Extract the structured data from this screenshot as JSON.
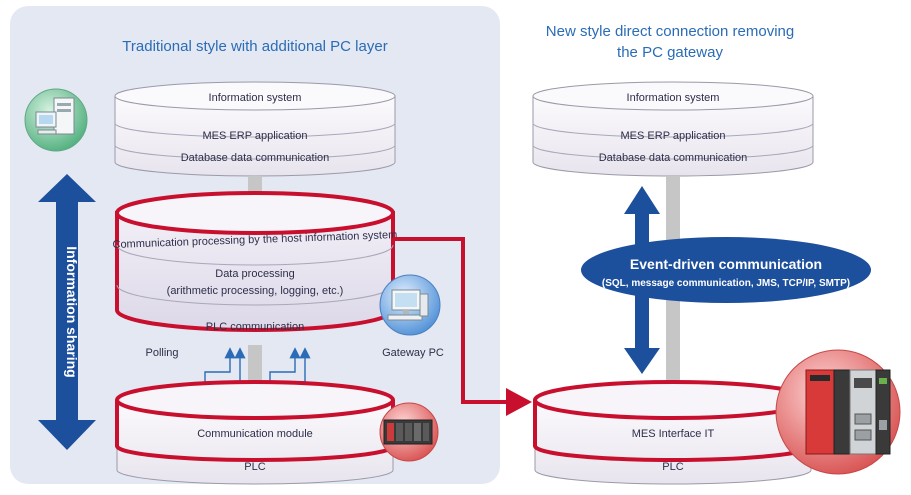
{
  "left_panel": {
    "title": "Traditional style with additional PC layer",
    "info_system_label": "Information system",
    "mes_erp_label": "MES ERP application",
    "database_label": "Database data communication",
    "comm_processing_label": "Communication processing by the host information system",
    "data_processing_line1": "Data processing",
    "data_processing_line2": "(arithmetic processing, logging, etc.)",
    "plc_comm_label": "PLC communication",
    "polling_label": "Polling",
    "gateway_pc_label": "Gateway PC",
    "comm_module_label": "Communication module",
    "plc_label": "PLC",
    "info_sharing_label": "Information sharing"
  },
  "right_panel": {
    "title_line1": "New style direct connection removing",
    "title_line2": "the PC gateway",
    "info_system_label": "Information system",
    "mes_erp_label": "MES ERP application",
    "database_label": "Database data communication",
    "event_title": "Event-driven communication",
    "event_protocols": "(SQL, message communication, JMS, TCP/IP, SMTP)",
    "mes_interface_label": "MES Interface IT",
    "plc_label": "PLC"
  },
  "colors": {
    "panel_bg": "#e4e8f2",
    "title_blue": "#2a6cb5",
    "dark_blue": "#1c4f9c",
    "red": "#c8102e",
    "cylinder_fill": "#f3f0f6",
    "stroke_gray": "#9a9aa8",
    "pole_gray": "#c6c6c6",
    "plc_green": "#7fc8a0",
    "plc_red": "#e36a6a"
  },
  "icons": [
    "server-computer-icon",
    "desktop-pc-icon",
    "plc-rack-icon",
    "mes-interface-module-icon"
  ]
}
